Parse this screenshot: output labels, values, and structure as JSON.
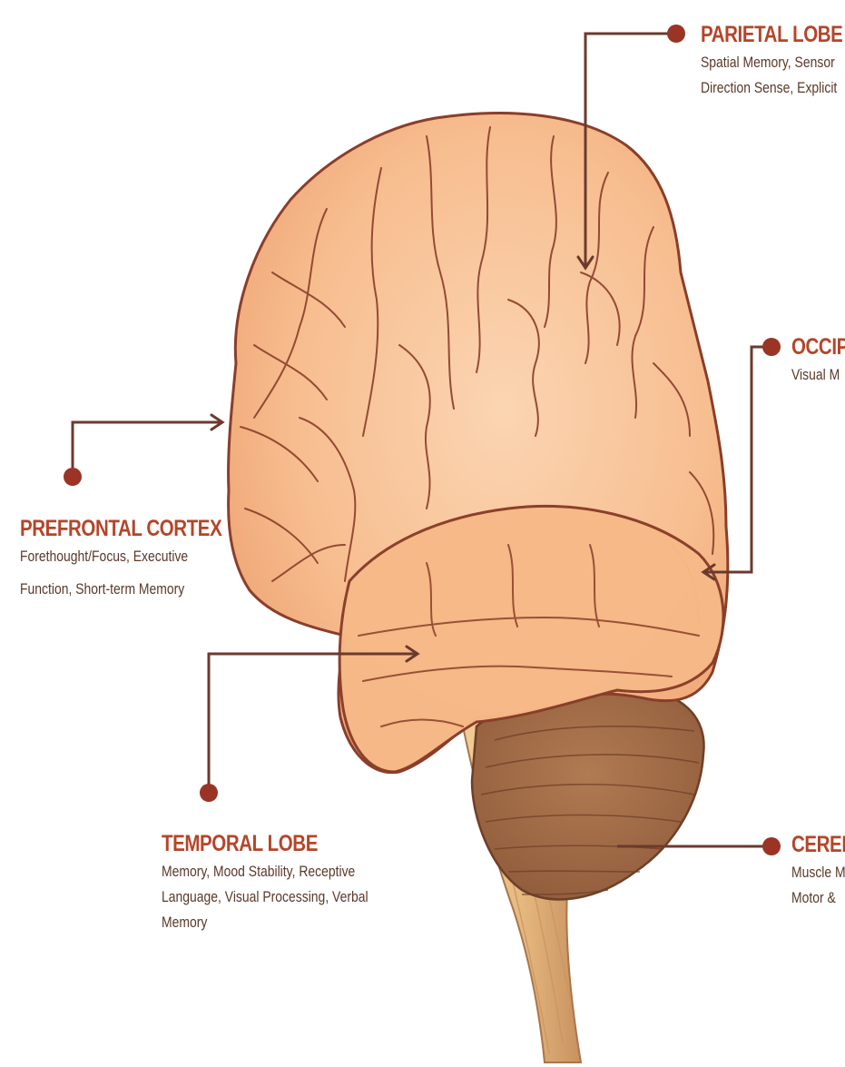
{
  "colors": {
    "title": "#b5452a",
    "text": "#5a3828",
    "leader": "#6b3a2e",
    "dot": "#9a3424",
    "cerebrum": "#f7bf92",
    "cerebrum_light": "#fad1ad",
    "cerebrum_shadow": "#ee9f6f",
    "outline": "#8a3e2a",
    "cerebellum": "#a9704a",
    "cerebellum_dark": "#7d4a30",
    "stem": "#e3b57d",
    "stem_dark": "#b9855a"
  },
  "labels": {
    "parietal": {
      "title": "PARIETAL LOBE",
      "desc": [
        "Spatial Memory, Sensor",
        "Direction Sense, Explicit"
      ]
    },
    "occipital": {
      "title": "OCCIP",
      "desc": [
        "Visual M"
      ]
    },
    "prefrontal": {
      "title": "PREFRONTAL CORTEX",
      "desc": [
        "Forethought/Focus, Executive",
        "Function, Short-term Memory"
      ]
    },
    "temporal": {
      "title": "TEMPORAL LOBE",
      "desc": [
        "Memory, Mood Stability, Receptive",
        "Language, Visual Processing, Verbal",
        "Memory"
      ]
    },
    "cerebellum": {
      "title": "CEREB",
      "desc": [
        "Muscle M",
        "Motor &"
      ]
    }
  }
}
